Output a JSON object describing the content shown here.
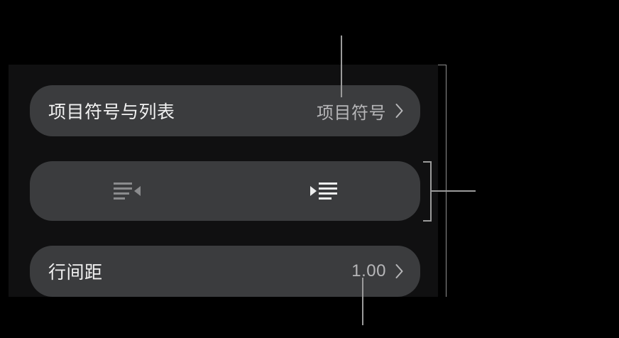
{
  "panel": {
    "background_color": "#101011",
    "row_color": "#3b3c3e",
    "accent_text_color": "#f2f2f2",
    "value_text_color": "#b6b6b8",
    "callout_color": "#9b9b9b",
    "rows": [
      {
        "name": "bullets-and-lists",
        "label": "项目符号与列表",
        "value": "项目符号",
        "disclosure_icon": "chevron-right-icon"
      },
      {
        "name": "indent-controls",
        "label": "",
        "value": "",
        "buttons": [
          {
            "name": "decrease-indent-button",
            "icon": "decrease-indent-icon",
            "enabled": false
          },
          {
            "name": "increase-indent-button",
            "icon": "increase-indent-icon",
            "enabled": true
          }
        ]
      },
      {
        "name": "line-spacing",
        "label": "行间距",
        "value": "1.00",
        "disclosure_icon": "chevron-right-icon"
      }
    ]
  },
  "callouts": {
    "top": {
      "name": "callout-line-bullets-value",
      "target": "项目符号"
    },
    "right": {
      "name": "callout-bracket-indent-row",
      "target": "indent-controls"
    },
    "bottom": {
      "name": "callout-line-line-spacing-value",
      "target": "1.00"
    }
  }
}
